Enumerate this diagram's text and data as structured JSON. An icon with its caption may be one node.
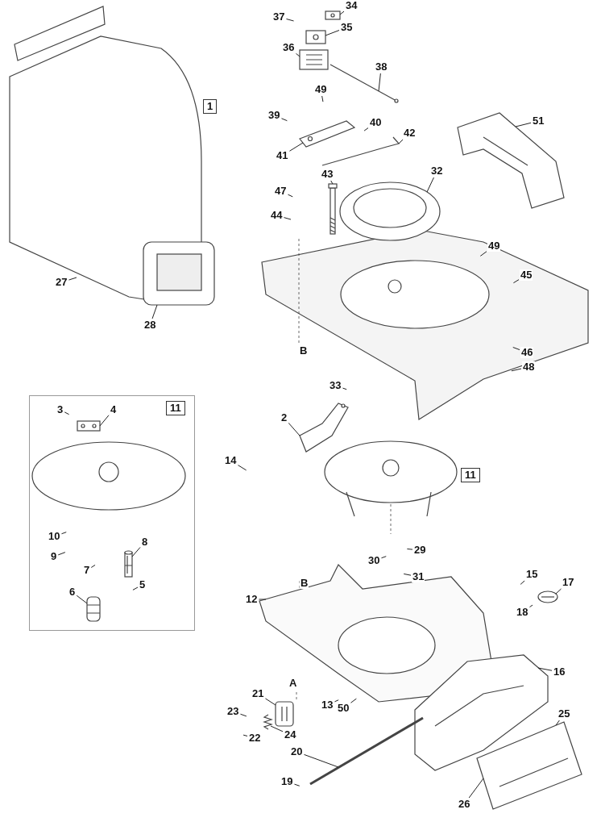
{
  "diagram": {
    "nodes": [
      {
        "text": [
          "34"
        ]
      },
      {
        "text": [
          "37"
        ]
      },
      {
        "text": [
          "35"
        ]
      },
      {
        "text": [
          "36"
        ]
      },
      {
        "text": [
          "38"
        ]
      },
      {
        "text": [
          "1"
        ]
      },
      {
        "text": [
          "49"
        ]
      },
      {
        "text": [
          "39"
        ]
      },
      {
        "text": [
          "40"
        ]
      },
      {
        "text": [
          "51"
        ]
      },
      {
        "text": [
          "42"
        ]
      },
      {
        "text": [
          "41"
        ]
      },
      {
        "text": [
          "43"
        ]
      },
      {
        "text": [
          "32"
        ]
      },
      {
        "text": [
          "47"
        ]
      },
      {
        "text": [
          "44"
        ]
      },
      {
        "text": [
          "49"
        ]
      },
      {
        "text": [
          "45"
        ]
      },
      {
        "text": [
          "27"
        ]
      },
      {
        "text": [
          "28"
        ]
      },
      {
        "text": [
          "46"
        ]
      },
      {
        "text": [
          "48"
        ]
      },
      {
        "text": [
          "33"
        ]
      },
      {
        "text": [],
        "shape": "box"
      },
      {
        "text": [
          "3"
        ],
        "in": 23
      },
      {
        "text": [
          "4"
        ],
        "in": 23
      },
      {
        "text": [
          "10"
        ],
        "in": 23
      },
      {
        "text": [
          "9"
        ],
        "in": 23
      },
      {
        "text": [
          "8"
        ],
        "in": 23
      },
      {
        "text": [
          "7"
        ],
        "in": 23
      },
      {
        "text": [
          "5"
        ],
        "in": 23
      },
      {
        "text": [
          "6"
        ],
        "in": 23
      },
      {
        "text": [
          "2"
        ]
      },
      {
        "text": [
          "14"
        ]
      },
      {
        "text": [
          "11"
        ]
      },
      {
        "text": [
          "29"
        ]
      },
      {
        "text": [
          "30"
        ]
      },
      {
        "text": [
          "31"
        ]
      },
      {
        "text": [
          "15"
        ]
      },
      {
        "text": [
          "17"
        ]
      },
      {
        "text": [
          "18"
        ]
      },
      {
        "text": [
          "12"
        ]
      },
      {
        "text": [
          "16"
        ]
      },
      {
        "text": [
          "13"
        ]
      },
      {
        "text": [
          "21"
        ]
      },
      {
        "text": [
          "50"
        ]
      },
      {
        "text": [
          "23"
        ]
      },
      {
        "text": [
          "25"
        ]
      },
      {
        "text": [
          "24"
        ]
      },
      {
        "text": [
          "22"
        ]
      },
      {
        "text": [
          "20"
        ]
      },
      {
        "text": [
          "19"
        ]
      },
      {
        "text": [
          "26"
        ]
      },
      {
        "text": [
          "11"
        ],
        "in": 23
      },
      {
        "text": [],
        "shape": "picture"
      },
      {
        "text": [],
        "shape": "picture"
      },
      {
        "text": [],
        "shape": "picture"
      },
      {
        "text": [],
        "shape": "picture"
      },
      {
        "text": [],
        "shape": "picture"
      },
      {
        "text": [],
        "shape": "picture"
      },
      {
        "text": [],
        "shape": "picture"
      },
      {
        "text": [],
        "shape": "picture"
      },
      {
        "text": [],
        "shape": "picture"
      },
      {
        "text": [],
        "shape": "picture"
      },
      {
        "text": [],
        "shape": "picture"
      },
      {
        "text": [],
        "shape": "picture"
      },
      {
        "text": [],
        "shape": "picture"
      },
      {
        "text": [],
        "shape": "picture"
      },
      {
        "text": [],
        "shape": "picture"
      },
      {
        "text": [],
        "shape": "picture"
      },
      {
        "text": [],
        "shape": "picture"
      },
      {
        "text": [],
        "shape": "picture"
      },
      {
        "text": [],
        "shape": "picture",
        "in": 23
      },
      {
        "text": [],
        "shape": "picture",
        "in": 23
      },
      {
        "text": [],
        "shape": "picture",
        "in": 23
      }
    ],
    "edges": [
      {
        "from": 0,
        "to": 58,
        "arrow": "none"
      },
      {
        "from": 1,
        "to": null,
        "arrow": "none"
      },
      {
        "from": 2,
        "to": 57,
        "arrow": "none"
      },
      {
        "from": 3,
        "to": 56,
        "arrow": "none"
      },
      {
        "from": 4,
        "to": 55,
        "arrow": "none"
      },
      {
        "from": 6,
        "to": null,
        "arrow": "none"
      },
      {
        "from": 7,
        "to": null,
        "arrow": "none"
      },
      {
        "from": 8,
        "to": null,
        "arrow": "none"
      },
      {
        "from": 9,
        "to": 61,
        "arrow": "none"
      },
      {
        "from": 10,
        "to": 60,
        "arrow": "none"
      },
      {
        "from": 11,
        "to": 59,
        "arrow": "none"
      },
      {
        "from": 12,
        "to": 62,
        "arrow": "none"
      },
      {
        "from": 13,
        "to": 63,
        "arrow": "none"
      },
      {
        "from": 14,
        "to": null,
        "arrow": "none"
      },
      {
        "from": 15,
        "to": null,
        "arrow": "none"
      },
      {
        "from": 16,
        "to": null,
        "arrow": "none"
      },
      {
        "from": 17,
        "to": null,
        "arrow": "none"
      },
      {
        "from": 18,
        "to": 54,
        "arrow": "none"
      },
      {
        "from": 19,
        "to": 54,
        "arrow": "none"
      },
      {
        "from": 20,
        "to": null,
        "arrow": "none"
      },
      {
        "from": 21,
        "to": null,
        "arrow": "none"
      },
      {
        "from": 22,
        "to": null,
        "arrow": "none"
      },
      {
        "from": 24,
        "to": null,
        "arrow": "none"
      },
      {
        "from": 25,
        "to": 72,
        "arrow": "none"
      },
      {
        "from": 26,
        "to": null,
        "arrow": "none"
      },
      {
        "from": 27,
        "to": null,
        "arrow": "none"
      },
      {
        "from": 28,
        "to": 73,
        "arrow": "none"
      },
      {
        "from": 29,
        "to": null,
        "arrow": "none"
      },
      {
        "from": 30,
        "to": null,
        "arrow": "none"
      },
      {
        "from": 31,
        "to": 74,
        "arrow": "none"
      },
      {
        "from": 32,
        "to": 64,
        "arrow": "none"
      },
      {
        "from": 33,
        "to": null,
        "arrow": "none"
      },
      {
        "from": 35,
        "to": null,
        "arrow": "none"
      },
      {
        "from": 36,
        "to": null,
        "arrow": "none"
      },
      {
        "from": 37,
        "to": null,
        "arrow": "none"
      },
      {
        "from": 38,
        "to": null,
        "arrow": "none"
      },
      {
        "from": 39,
        "to": 71,
        "arrow": "none"
      },
      {
        "from": 40,
        "to": null,
        "arrow": "none"
      },
      {
        "from": 41,
        "to": 65,
        "arrow": "none"
      },
      {
        "from": 42,
        "to": 66,
        "arrow": "none"
      },
      {
        "from": 43,
        "to": null,
        "arrow": "none"
      },
      {
        "from": 44,
        "to": 69,
        "arrow": "none"
      },
      {
        "from": 45,
        "to": null,
        "arrow": "none"
      },
      {
        "from": 46,
        "to": null,
        "arrow": "none"
      },
      {
        "from": 47,
        "to": 67,
        "arrow": "none"
      },
      {
        "from": 48,
        "to": 70,
        "arrow": "none"
      },
      {
        "from": 49,
        "to": null,
        "arrow": "none"
      },
      {
        "from": 50,
        "to": 68,
        "arrow": "none"
      },
      {
        "from": 51,
        "to": null,
        "arrow": "none"
      },
      {
        "from": 52,
        "to": 67,
        "arrow": "none"
      }
    ],
    "labels": [
      "B",
      "B",
      "A"
    ]
  }
}
